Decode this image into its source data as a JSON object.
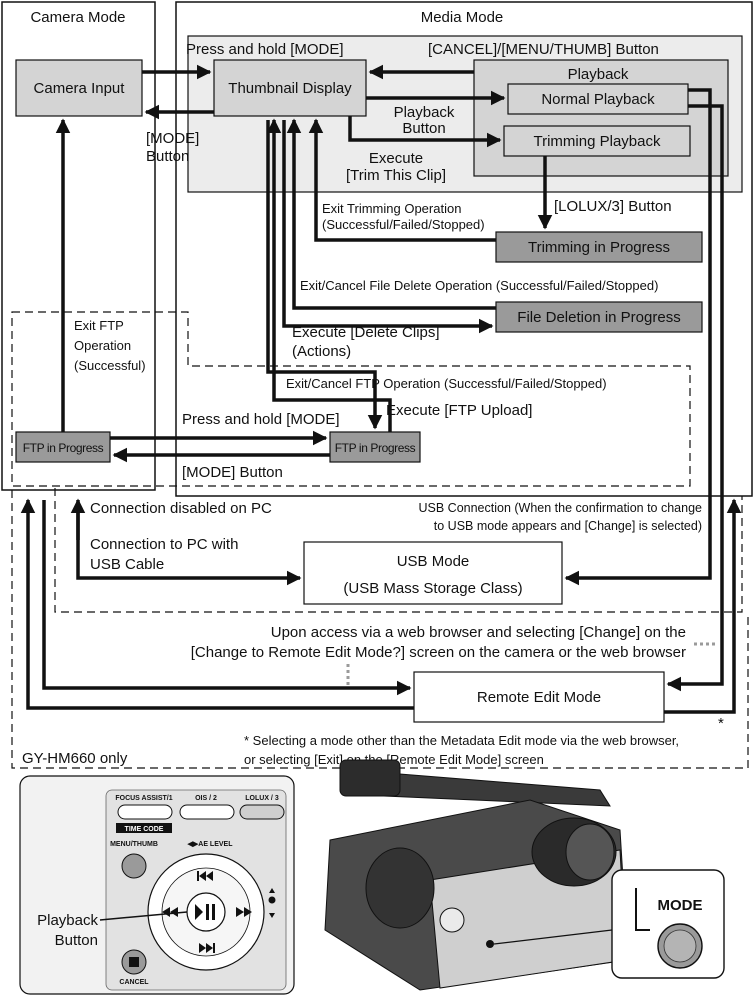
{
  "colors": {
    "line": "#111111",
    "media_region": "#ececec",
    "playback_region": "#d4d4d4",
    "box_gray": "#d4d4d4",
    "box_dark": "#9a9a9a",
    "dots": "#9a9a9a"
  },
  "regions": {
    "camera_mode": "Camera Mode",
    "media_mode": "Media Mode",
    "playback": "Playback",
    "gy_only": "GY-HM660 only"
  },
  "boxes": {
    "camera_input": "Camera Input",
    "thumbnail_display": "Thumbnail Display",
    "normal_playback": "Normal Playback",
    "trimming_playback": "Trimming Playback",
    "trimming_in_progress": "Trimming in Progress",
    "file_deletion": "File Deletion in Progress",
    "ftp_left": "FTP in Progress",
    "ftp_right": "FTP in Progress",
    "usb_mode_line1": "USB Mode",
    "usb_mode_line2": "(USB Mass Storage Class)",
    "remote_edit": "Remote Edit Mode"
  },
  "labels": {
    "press_hold_mode_top": "Press and hold [MODE]",
    "cancel_menu_thumb": "[CANCEL]/[MENU/THUMB] Button",
    "mode_button_1": "[MODE]",
    "mode_button_2": "Button",
    "playback_button_1": "Playback",
    "playback_button_2": "Button",
    "execute_trim_1": "Execute",
    "execute_trim_2": "[Trim This Clip]",
    "lolux_button": "[LOLUX/3] Button",
    "exit_trimming_1": "Exit Trimming Operation",
    "exit_trimming_2": "(Successful/Failed/Stopped)",
    "exit_cancel_delete": "Exit/Cancel File Delete Operation (Successful/Failed/Stopped)",
    "execute_delete_1": "Execute [Delete Clips]",
    "execute_delete_2": "(Actions)",
    "exit_ftp_1": "Exit FTP",
    "exit_ftp_2": "Operation",
    "exit_ftp_3": "(Successful)",
    "exit_cancel_ftp": "Exit/Cancel FTP Operation (Successful/Failed/Stopped)",
    "execute_ftp_upload": "Execute [FTP Upload]",
    "press_hold_mode_mid": "Press and hold [MODE]",
    "mode_button_mid": "[MODE] Button",
    "connection_disabled": "Connection disabled on PC",
    "usb_connection_1": "USB Connection (When the confirmation to change",
    "usb_connection_2": "to USB mode appears and [Change] is selected)",
    "connection_pc_1": "Connection to PC with",
    "connection_pc_2": "USB Cable",
    "web_access_1": "Upon access via a web browser and selecting [Change] on the",
    "web_access_2": "[Change to Remote Edit Mode?] screen on the camera or the web browser",
    "asterisk": "*",
    "footnote_1": "* Selecting a mode other than the Metadata Edit mode via the web browser,",
    "footnote_2": "or selecting [Exit] on the [Remote Edit Mode] screen"
  },
  "camera_panel": {
    "focus_assist": "FOCUS ASSIST/1",
    "ois": "OIS / 2",
    "lolux": "LOLUX / 3",
    "time_code": "TIME CODE",
    "menu_thumb": "MENU/THUMB",
    "ae_level": "◀▶AE LEVEL",
    "cancel": "CANCEL",
    "playback_button_1": "Playback",
    "playback_button_2": "Button",
    "mode": "MODE"
  }
}
